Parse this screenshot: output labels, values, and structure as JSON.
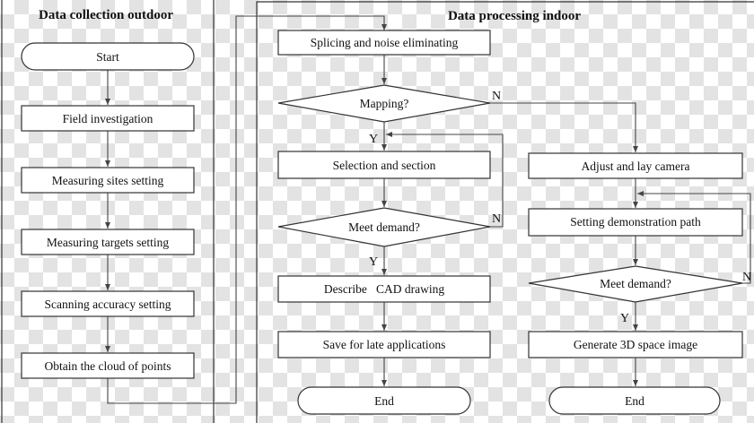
{
  "titles": {
    "outdoor": "Data collection outdoor",
    "indoor": "Data processing indoor"
  },
  "outdoor": {
    "start": "Start",
    "field": "Field investigation",
    "sites": "Measuring sites setting",
    "targets": "Measuring targets setting",
    "accuracy": "Scanning accuracy setting",
    "obtain": "Obtain the cloud of points"
  },
  "indoor": {
    "splicing": "Splicing and noise eliminating",
    "mapping": "Mapping?",
    "selection": "Selection and section",
    "meet1": "Meet demand?",
    "describe": "Describe   CAD drawing",
    "save": "Save for late applications",
    "end1": "End",
    "adjust": "Adjust and lay camera",
    "path": "Setting demonstration path",
    "meet2": "Meet demand?",
    "generate": "Generate 3D space image",
    "end2": "End"
  },
  "labels": {
    "y": "Y",
    "n": "N"
  }
}
